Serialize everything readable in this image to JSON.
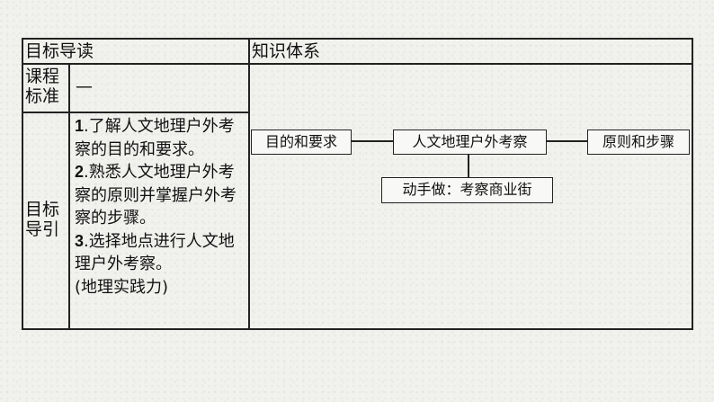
{
  "table": {
    "header_left": "目标导读",
    "header_right": "知识体系",
    "row1_label": "课程标准",
    "row1_value": "—",
    "row2_label": "目标导引",
    "goals": [
      {
        "num": "1",
        "text": ".了解人文地理户外考察的目的和要求。"
      },
      {
        "num": "2",
        "text": ".熟悉人文地理户外考察的原则并掌握户外考察的步骤。"
      },
      {
        "num": "3",
        "text": ".选择地点进行人文地理户外考察。"
      }
    ],
    "skill_note": "(地理实践力)"
  },
  "diagram": {
    "center": "人文地理户外考察",
    "left": "目的和要求",
    "right": "原则和步骤",
    "bottom": "动手做：考察商业街"
  }
}
